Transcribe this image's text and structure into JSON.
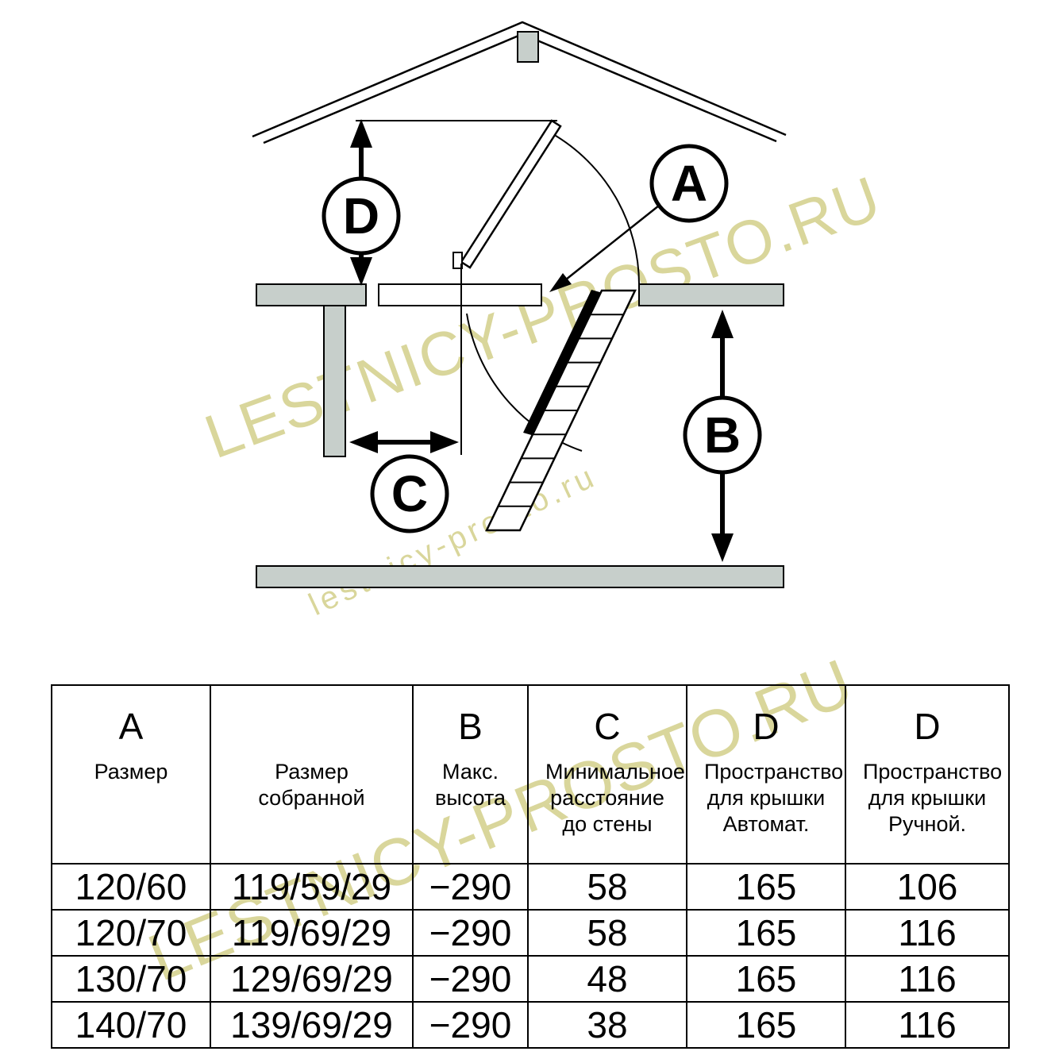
{
  "watermarks": {
    "large": "LESTNICY-PROSTO.RU",
    "small": "lestnicy-prosto.ru"
  },
  "diagram": {
    "label_a": "A",
    "label_b": "B",
    "label_c": "C",
    "label_d": "D"
  },
  "table": {
    "columns": [
      {
        "letter": "A",
        "title": "Размер"
      },
      {
        "letter": "",
        "title": "Размер собранной"
      },
      {
        "letter": "B",
        "title": "Макс. высота"
      },
      {
        "letter": "C",
        "title": "Минимальное расстояние до стены"
      },
      {
        "letter": "D",
        "title": "Пространство для крышки Автомат."
      },
      {
        "letter": "D",
        "title": "Пространство для крышки Ручной."
      }
    ],
    "rows": [
      {
        "size": "120/60",
        "assembled": "119/59/29",
        "max_height": "−290",
        "min_wall": "58",
        "lid_auto": "165",
        "lid_manual": "106"
      },
      {
        "size": "120/70",
        "assembled": "119/69/29",
        "max_height": "−290",
        "min_wall": "58",
        "lid_auto": "165",
        "lid_manual": "116"
      },
      {
        "size": "130/70",
        "assembled": "129/69/29",
        "max_height": "−290",
        "min_wall": "48",
        "lid_auto": "165",
        "lid_manual": "116"
      },
      {
        "size": "140/70",
        "assembled": "139/69/29",
        "max_height": "−290",
        "min_wall": "38",
        "lid_auto": "165",
        "lid_manual": "116"
      }
    ]
  },
  "colors": {
    "watermark": "#d9d69b",
    "structure_fill": "#c7cfcb",
    "line": "#000000"
  }
}
